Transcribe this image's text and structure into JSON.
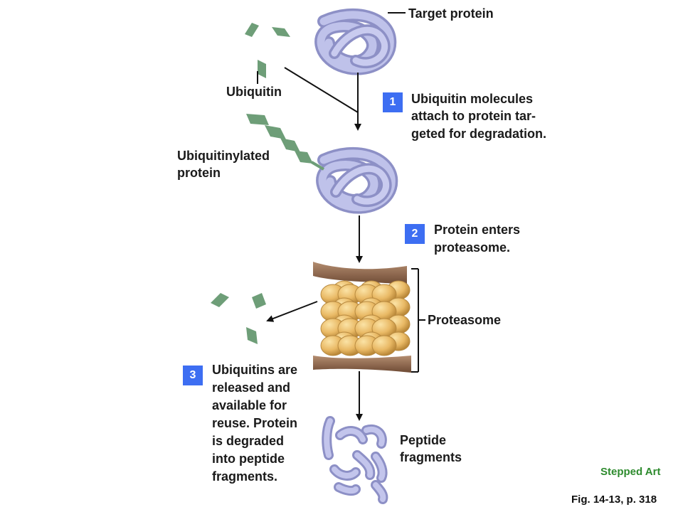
{
  "labels": {
    "target_protein": "Target protein",
    "ubiquitin": "Ubiquitin",
    "ubiquitinylated_line1": "Ubiquitinylated",
    "ubiquitinylated_line2": "protein",
    "proteasome": "Proteasome",
    "peptide_line1": "Peptide",
    "peptide_line2": "fragments"
  },
  "steps": [
    {
      "number": "1",
      "lines": [
        "Ubiquitin molecules",
        "attach to protein tar-",
        "geted for degradation."
      ]
    },
    {
      "number": "2",
      "lines": [
        "Protein enters",
        "proteasome."
      ]
    },
    {
      "number": "3",
      "lines": [
        "Ubiquitins are",
        "released and",
        "available for",
        "reuse. Protein",
        "is degraded",
        "into peptide",
        "fragments."
      ]
    }
  ],
  "footer": {
    "stepped_art": "Stepped Art",
    "figure_ref": "Fig. 14-13, p. 318"
  },
  "colors": {
    "step_badge": "#3d6ef2",
    "stepped_art_text": "#2e8b2e",
    "protein": "#aeb1dc",
    "ubiquitin": "#6e9e78",
    "proteasome_cap": "#8a6248",
    "proteasome_core": "#e6b868"
  }
}
